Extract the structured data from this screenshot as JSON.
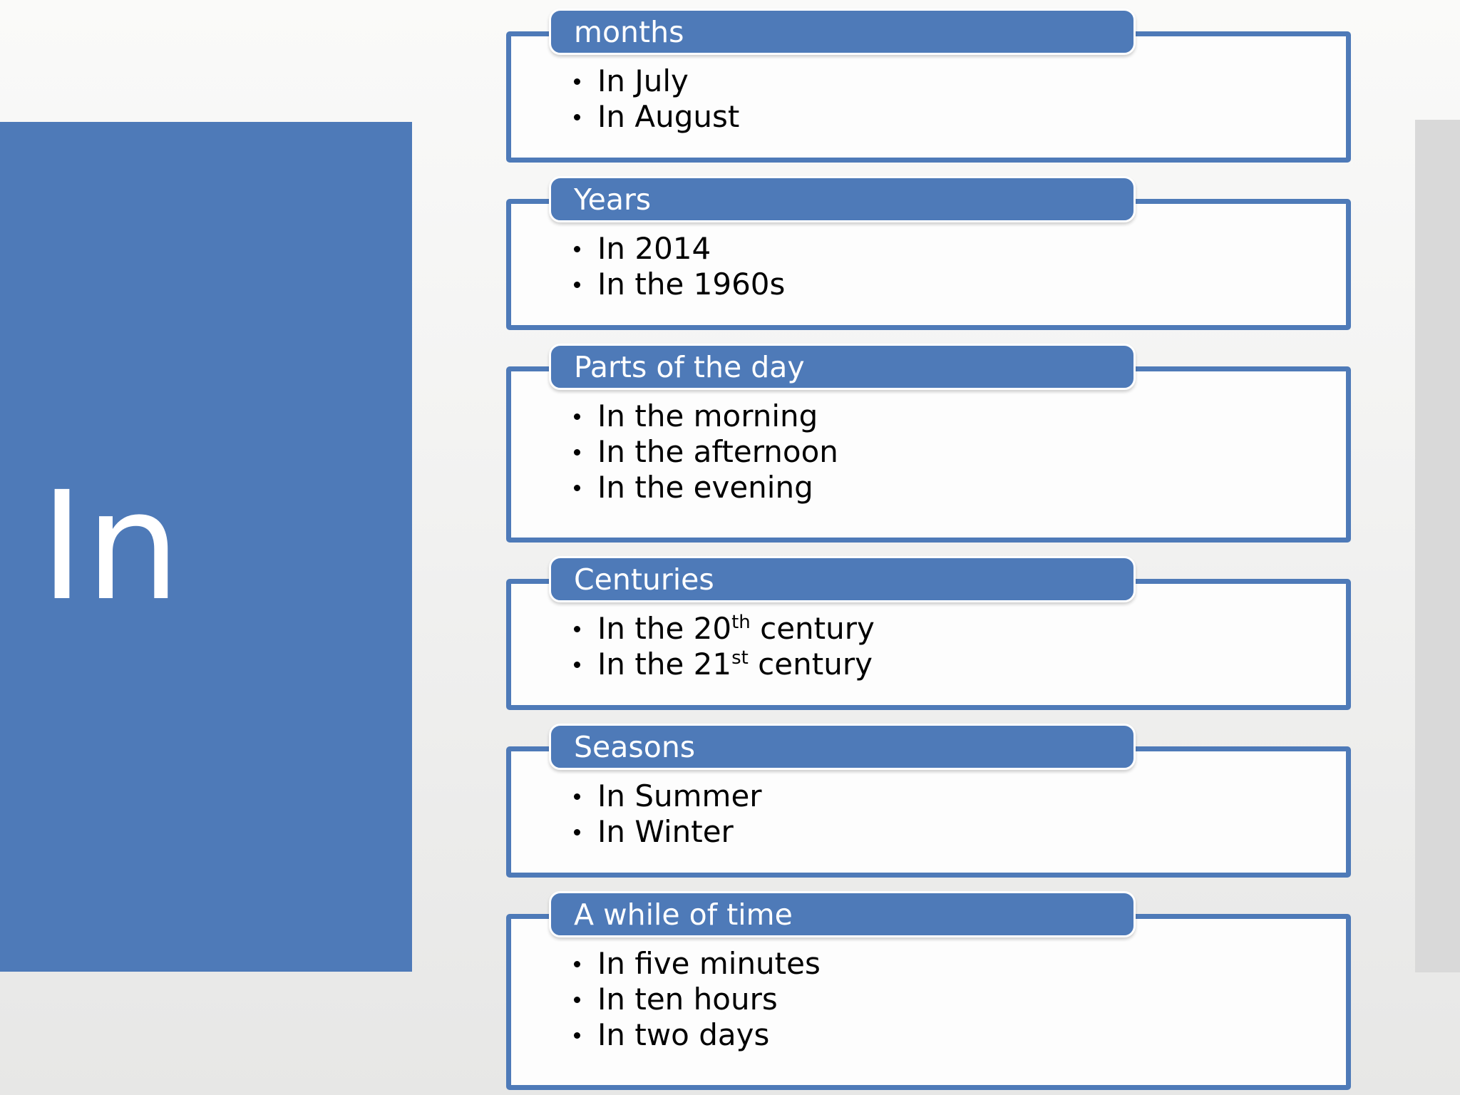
{
  "slide_title": "In",
  "sections": [
    {
      "label": "months",
      "items": [
        "In July",
        "In August"
      ]
    },
    {
      "label": "Years",
      "items": [
        "In 2014",
        "In the 1960s"
      ]
    },
    {
      "label": "Parts of the day",
      "items": [
        "In the morning",
        "In the afternoon",
        "In the evening"
      ]
    },
    {
      "label": "Centuries",
      "items": [
        [
          {
            "t": "In the 20"
          },
          {
            "t": "th",
            "sup": true
          },
          {
            "t": " century"
          }
        ],
        [
          {
            "t": "In the 21"
          },
          {
            "t": "st",
            "sup": true
          },
          {
            "t": " century"
          }
        ]
      ]
    },
    {
      "label": "Seasons",
      "items": [
        "In Summer",
        "In Winter"
      ]
    },
    {
      "label": "A while of time",
      "items": [
        "In five minutes",
        "In ten hours",
        "In two days"
      ]
    }
  ],
  "colors": {
    "accent": "#4e7ab8",
    "box_bg": "#fdfdfd",
    "header_text": "#ffffff",
    "item_text": "#000000",
    "right_strip": "#d9d9d9"
  }
}
